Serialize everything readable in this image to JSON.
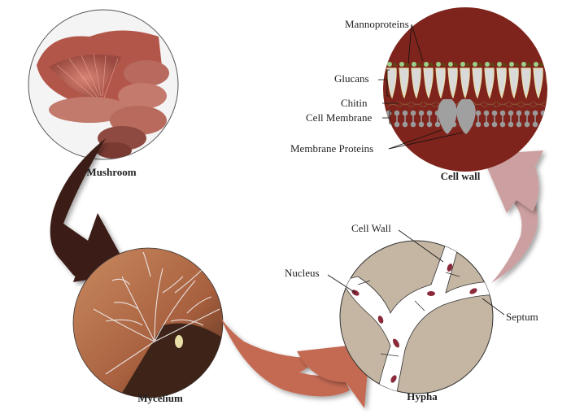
{
  "diagram": {
    "title": "Fungal structure: from mushroom to cell wall",
    "stages": [
      {
        "id": "mushroom",
        "label": "Mushroom"
      },
      {
        "id": "mycelium",
        "label": "Mycelium"
      },
      {
        "id": "hypha",
        "label": "Hypha"
      },
      {
        "id": "cell-wall",
        "label": "Cell wall"
      }
    ],
    "hypha_labels": {
      "cell_wall": "Cell Wall",
      "nucleus": "Nucleus",
      "septum": "Septum"
    },
    "cell_wall_labels": {
      "mannoproteins": "Mannoproteins",
      "glucans": "Glucans",
      "chitin": "Chitin",
      "cell_membrane": "Cell Membrane",
      "membrane_proteins": "Membrane Proteins"
    },
    "arrows": [
      {
        "from": "mushroom",
        "to": "mycelium",
        "color": "#3a1e18"
      },
      {
        "from": "mycelium",
        "to": "hypha",
        "color": "#c46a52"
      },
      {
        "from": "hypha",
        "to": "cell-wall",
        "color": "#cc9fa0"
      }
    ],
    "colors": {
      "cell_wall_bg": "#7e241c",
      "hypha_bg": "#c4b6a3",
      "nucleus": "#8a2a3a",
      "mannoprotein_dot": "#9bd08a",
      "mannoprotein_tri": "#5a4a10",
      "glucan": "#d9d9d9",
      "glucan_outline": "#e8e0a8",
      "membrane": "#9a9a9a"
    }
  }
}
